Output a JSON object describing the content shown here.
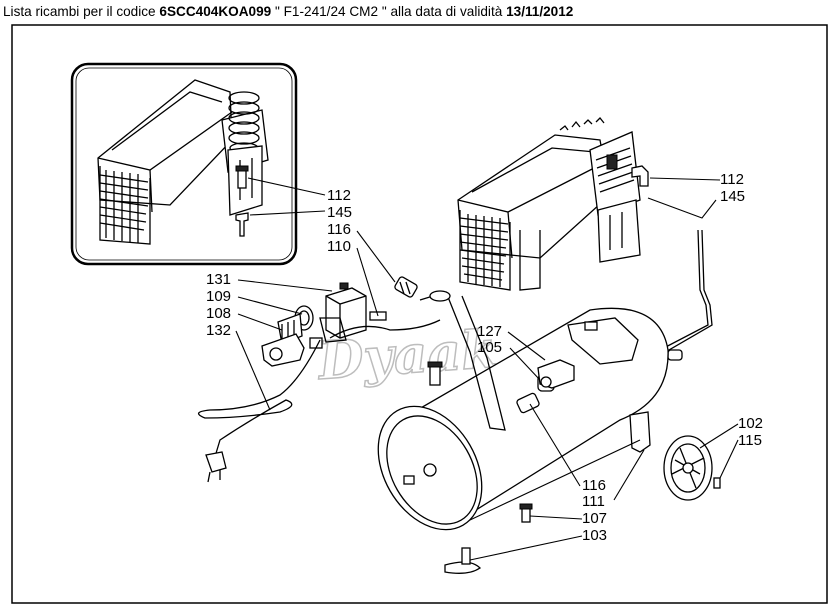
{
  "header": {
    "prefix": "Lista ricambi per il codice ",
    "code": "6SCC404KOA099",
    "model": " \" F1-241/24 CM2 \"",
    "date_prefix": " alla data di validità ",
    "date": "13/11/2012"
  },
  "watermark": {
    "text": "Dyaak",
    "registered": "®"
  },
  "labels": {
    "l112a": "112",
    "l145a": "145",
    "l116a": "116",
    "l110": "110",
    "l131": "131",
    "l109": "109",
    "l108": "108",
    "l132": "132",
    "l127": "127",
    "l105": "105",
    "l112b": "112",
    "l145b": "145",
    "l102": "102",
    "l115": "115",
    "l116b": "116",
    "l111": "111",
    "l107": "107",
    "l103": "103"
  }
}
